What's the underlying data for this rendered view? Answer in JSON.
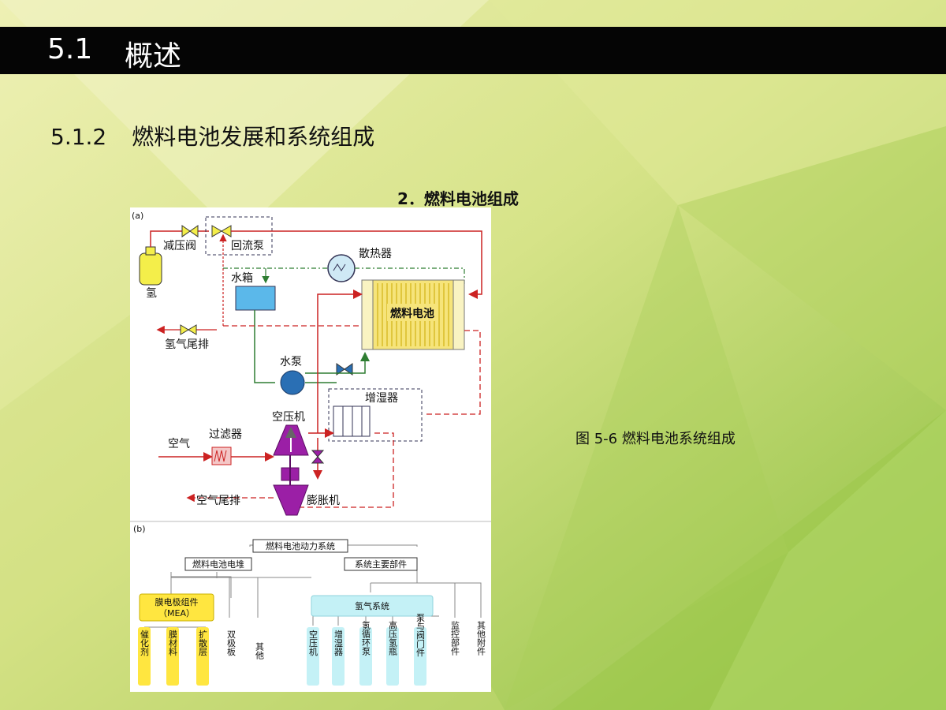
{
  "title_bar": {
    "number": "5.1",
    "title": "概述"
  },
  "subtitle": {
    "number": "5.1.2",
    "text": "燃料电池发展和系统组成"
  },
  "section_heading": "2．燃料电池组成",
  "caption": "图  5-6  燃料电池系统组成",
  "diagram_a": {
    "panel_label": "(a)",
    "labels": {
      "pressure_valve": "减压阀",
      "return_pump": "回流泵",
      "hydrogen": "氢",
      "radiator": "散热器",
      "water_tank": "水箱",
      "fuel_cell": "燃料电池",
      "hydrogen_exhaust": "氢气尾排",
      "water_pump": "水泵",
      "humidifier": "增湿器",
      "air_compressor": "空压机",
      "air": "空气",
      "filter": "过滤器",
      "air_exhaust": "空气尾排",
      "expander": "膨胀机"
    }
  },
  "diagram_b": {
    "panel_label": "(b)",
    "root": "燃料电池动力系统",
    "stack": "燃料电池电堆",
    "main_parts": "系统主要部件",
    "mea": [
      "膜电极组件",
      "（MEA）"
    ],
    "mea_children": [
      "催化剂",
      "膜材料",
      "扩散层"
    ],
    "stack_children": [
      "双极板",
      "其他"
    ],
    "hydrogen_system": "氢气系统",
    "hydrogen_children": [
      "空压机",
      "增湿器",
      "氢循环泵",
      "高压氢瓶",
      "泵与阀门件"
    ],
    "other_parts": [
      "监控部件",
      "其他附件"
    ]
  },
  "colors": {
    "title_bar": "#050505",
    "background_light": "#e6ea9a",
    "background_green": "#8fc043",
    "pipe_red": "#cc2222",
    "pipe_green": "#2e7d32",
    "machine_purple": "#9b1fa6",
    "fuel_cell_yellow": "#f6e47a",
    "tank_blue": "#5bb8ea",
    "tree_yellow": "#ffe640",
    "tree_cyan": "#c4f1f6"
  }
}
